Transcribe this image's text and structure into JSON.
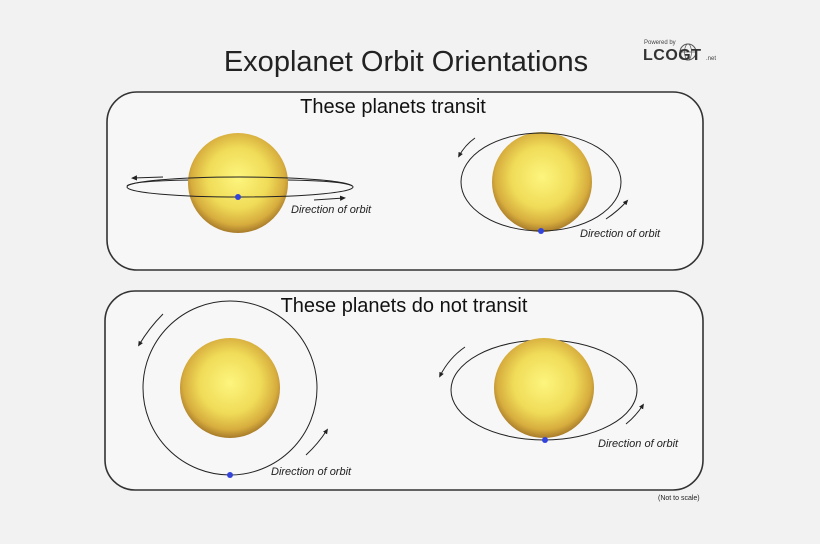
{
  "title": "Exoplanet Orbit Orientations",
  "logo": {
    "powered_by": "Powered by",
    "brand": "LCOGT",
    "suffix": ".net"
  },
  "panels": [
    {
      "heading": "These planets transit"
    },
    {
      "heading": "These planets do not transit"
    }
  ],
  "orbit_label": "Direction of orbit",
  "footnote": "(Not to scale)",
  "colors": {
    "star_center": "#fdf580",
    "star_edge": "#b5862a",
    "planet": "#3344dd",
    "panel_border": "#333333"
  }
}
